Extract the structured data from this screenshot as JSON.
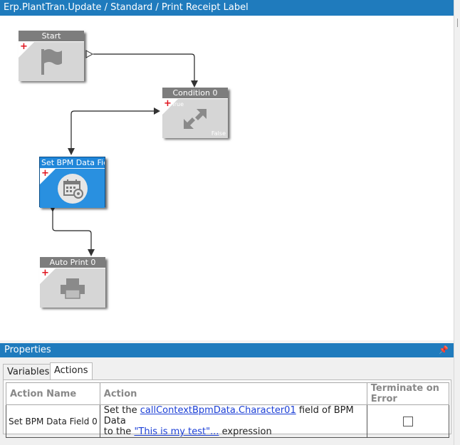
{
  "title": "Erp.PlantTran.Update / Standard / Print Receipt Label",
  "nodes": {
    "start": {
      "header": "Start"
    },
    "condition": {
      "header": "Condition 0",
      "true_label": "True",
      "false_label": "False"
    },
    "set_field": {
      "header": "Set BPM Data Field"
    },
    "auto_print": {
      "header": "Auto Print 0"
    }
  },
  "properties": {
    "title": "Properties",
    "pin_icon": "pin-icon",
    "tabs": [
      {
        "label": "Variables"
      },
      {
        "label": "Actions"
      }
    ],
    "active_tab": "Actions",
    "columns": [
      "Action Name",
      "Action",
      "Terminate on Error"
    ],
    "rows": [
      {
        "name": "Set BPM Data Field 0",
        "action_prefix": "Set the ",
        "field_link": "callContextBpmData.Character01",
        "action_middle": " field of BPM Data",
        "action_line2_prefix": "to the ",
        "expression_link": "\"This is my test\"...",
        "action_suffix": " expression",
        "terminate_on_error": false
      }
    ]
  },
  "colors": {
    "accent": "#1f7bbd",
    "node_blue": "#2990e0",
    "node_gray": "#d6d6d6",
    "plus": "#e0141e",
    "link": "#1b3fd6"
  }
}
